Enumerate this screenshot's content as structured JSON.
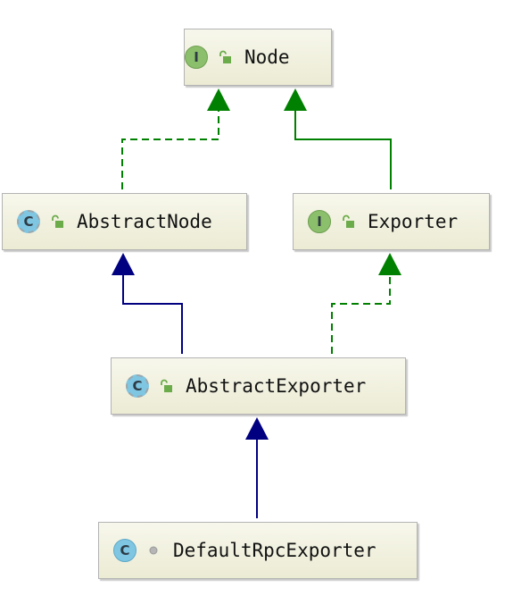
{
  "diagram": {
    "nodes": [
      {
        "id": "node",
        "label": "Node",
        "kind": "interface",
        "badge": "I",
        "visibility": "public"
      },
      {
        "id": "abstract-node",
        "label": "AbstractNode",
        "kind": "abstract",
        "badge": "C",
        "visibility": "public"
      },
      {
        "id": "exporter",
        "label": "Exporter",
        "kind": "interface",
        "badge": "I",
        "visibility": "public"
      },
      {
        "id": "abstract-exporter",
        "label": "AbstractExporter",
        "kind": "abstract",
        "badge": "C",
        "visibility": "public"
      },
      {
        "id": "default-rpc-exporter",
        "label": "DefaultRpcExporter",
        "kind": "class",
        "badge": "C",
        "visibility": "package-private"
      }
    ],
    "edges": [
      {
        "from": "abstract-node",
        "to": "node",
        "relation": "implements"
      },
      {
        "from": "exporter",
        "to": "node",
        "relation": "extends-interface"
      },
      {
        "from": "abstract-exporter",
        "to": "abstract-node",
        "relation": "extends"
      },
      {
        "from": "abstract-exporter",
        "to": "exporter",
        "relation": "implements"
      },
      {
        "from": "default-rpc-exporter",
        "to": "abstract-exporter",
        "relation": "extends"
      }
    ],
    "colors": {
      "interface_arrow": "#008000",
      "class_arrow": "#000080",
      "interface_badge": "#8cbf6c",
      "class_badge": "#7fc6e2",
      "public_icon": "#6bab4a",
      "package_icon": "#b5b5b5"
    }
  }
}
